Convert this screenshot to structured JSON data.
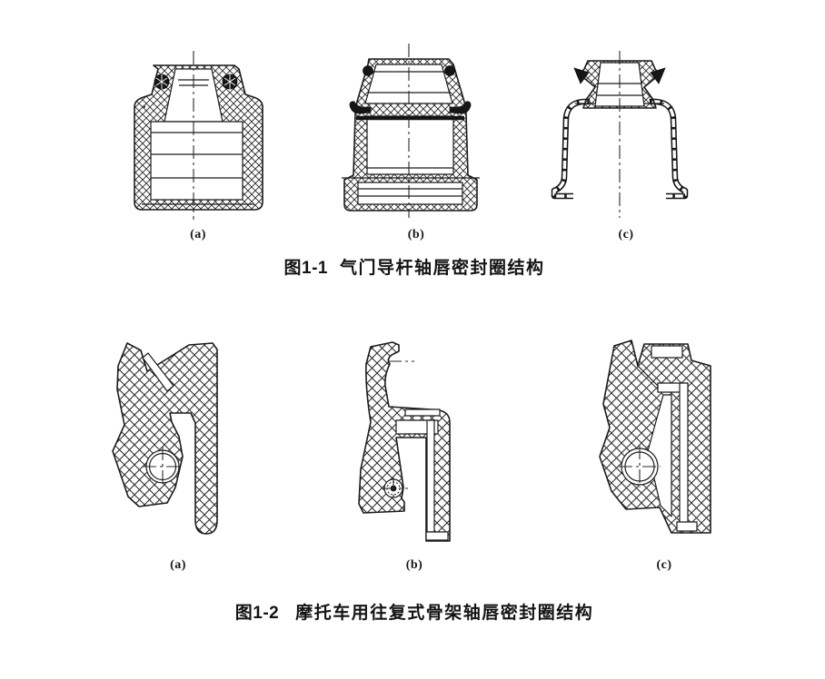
{
  "page": {
    "background": "#ffffff",
    "ink": "#1b1b1b"
  },
  "figures": [
    {
      "id": "fig-1-1",
      "label": "图1-1",
      "title": "气门导杆轴唇密封圈结构",
      "panel_labels": [
        "(a)",
        "(b)",
        "(c)"
      ]
    },
    {
      "id": "fig-1-2",
      "label": "图1-2",
      "title": "摩托车用往复式骨架轴唇密封圈结构",
      "panel_labels": [
        "(a)",
        "(b)",
        "(c)"
      ]
    }
  ]
}
